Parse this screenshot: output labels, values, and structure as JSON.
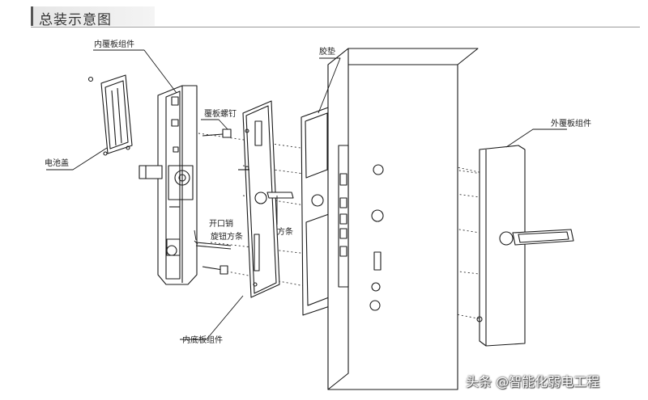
{
  "header": {
    "title": "总装示意图"
  },
  "labels": {
    "inner_cover_assembly": "内覆板组件",
    "battery_cover": "电池盖",
    "cover_screw": "覆板螺钉",
    "gasket": "胶垫",
    "outer_cover_assembly": "外覆板组件",
    "spindle": "方条",
    "split_pin": "开口销",
    "knob_spindle": "旋钮方条",
    "inner_base_plate_assembly": "内底板组件"
  },
  "watermark": "头条 @智能化弱电工程",
  "colors": {
    "line": "#1a1a1a",
    "header_bg": "#e6e6e6",
    "rule": "#9a9a9a"
  }
}
